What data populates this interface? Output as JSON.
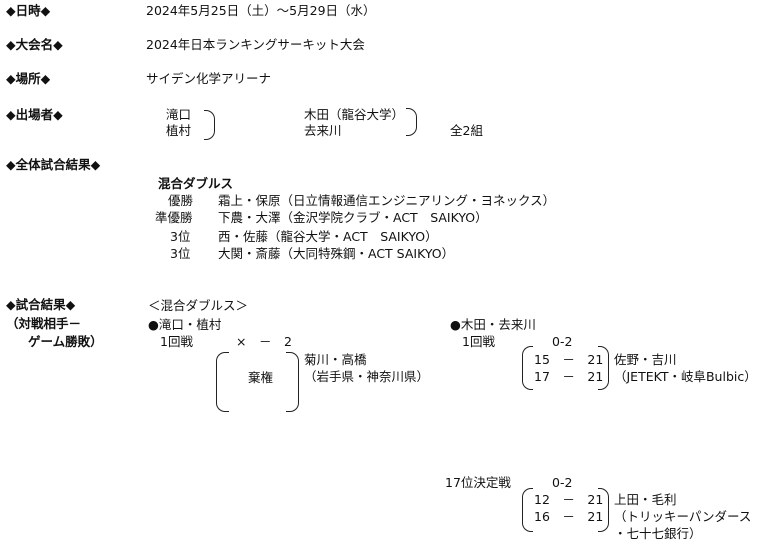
{
  "schedule": {
    "label": "◆日時◆",
    "value": "2024年5月25日（土）～5月29日（水）"
  },
  "tournament": {
    "label": "◆大会名◆",
    "value": "2024年日本ランキングサーキット大会"
  },
  "venue": {
    "label": "◆場所◆",
    "value": "サイデン化学アリーナ"
  },
  "players": {
    "label": "◆出場者◆",
    "pair1": [
      "滝口",
      "植村"
    ],
    "pair2": [
      "木田（龍谷大学）",
      "去来川"
    ],
    "total": "全2組"
  },
  "overall": {
    "label": "◆全体試合結果◆",
    "event": "混合ダブルス",
    "rows": [
      {
        "rank": "優勝",
        "result": "霜上・保原（日立情報通信エンジニアリング・ヨネックス）"
      },
      {
        "rank": "準優勝",
        "result": "下農・大澤（金沢学院クラブ・ACT　SAIKYO）"
      },
      {
        "rank": "3位",
        "result": "西・佐藤（龍谷大学・ACT　SAIKYO）"
      },
      {
        "rank": "3位",
        "result": "大関・斎藤（大同特殊鋼・ACT SAIKYO）"
      }
    ]
  },
  "match_results": {
    "label": "◆試合結果◆",
    "sublabel_1": "（対戦相手－",
    "sublabel_2": "ゲーム勝敗）",
    "event": "＜混合ダブルス＞",
    "pair_a": {
      "name": "●滝口・植村",
      "round": "1回戦",
      "score": "×　－　2",
      "scores": "棄権",
      "opponent_1": "菊川・高橋",
      "opponent_2": "（岩手県・神奈川県）"
    },
    "pair_b": {
      "name": "●木田・去来川",
      "round": "1回戦",
      "score": "0-2",
      "game1": "15　－　21",
      "game2": "17　－　21",
      "opponent_1": "佐野・吉川",
      "opponent_2": "（JETEKT・岐阜Bulbic）"
    },
    "pair_b_playoff": {
      "round": "17位決定戦",
      "score": "0-2",
      "game1": "12　－　21",
      "game2": "16　－　21",
      "opponent_1": "上田・毛利",
      "opponent_2": "（トリッキーパンダース",
      "opponent_3": "・七十七銀行）"
    }
  }
}
